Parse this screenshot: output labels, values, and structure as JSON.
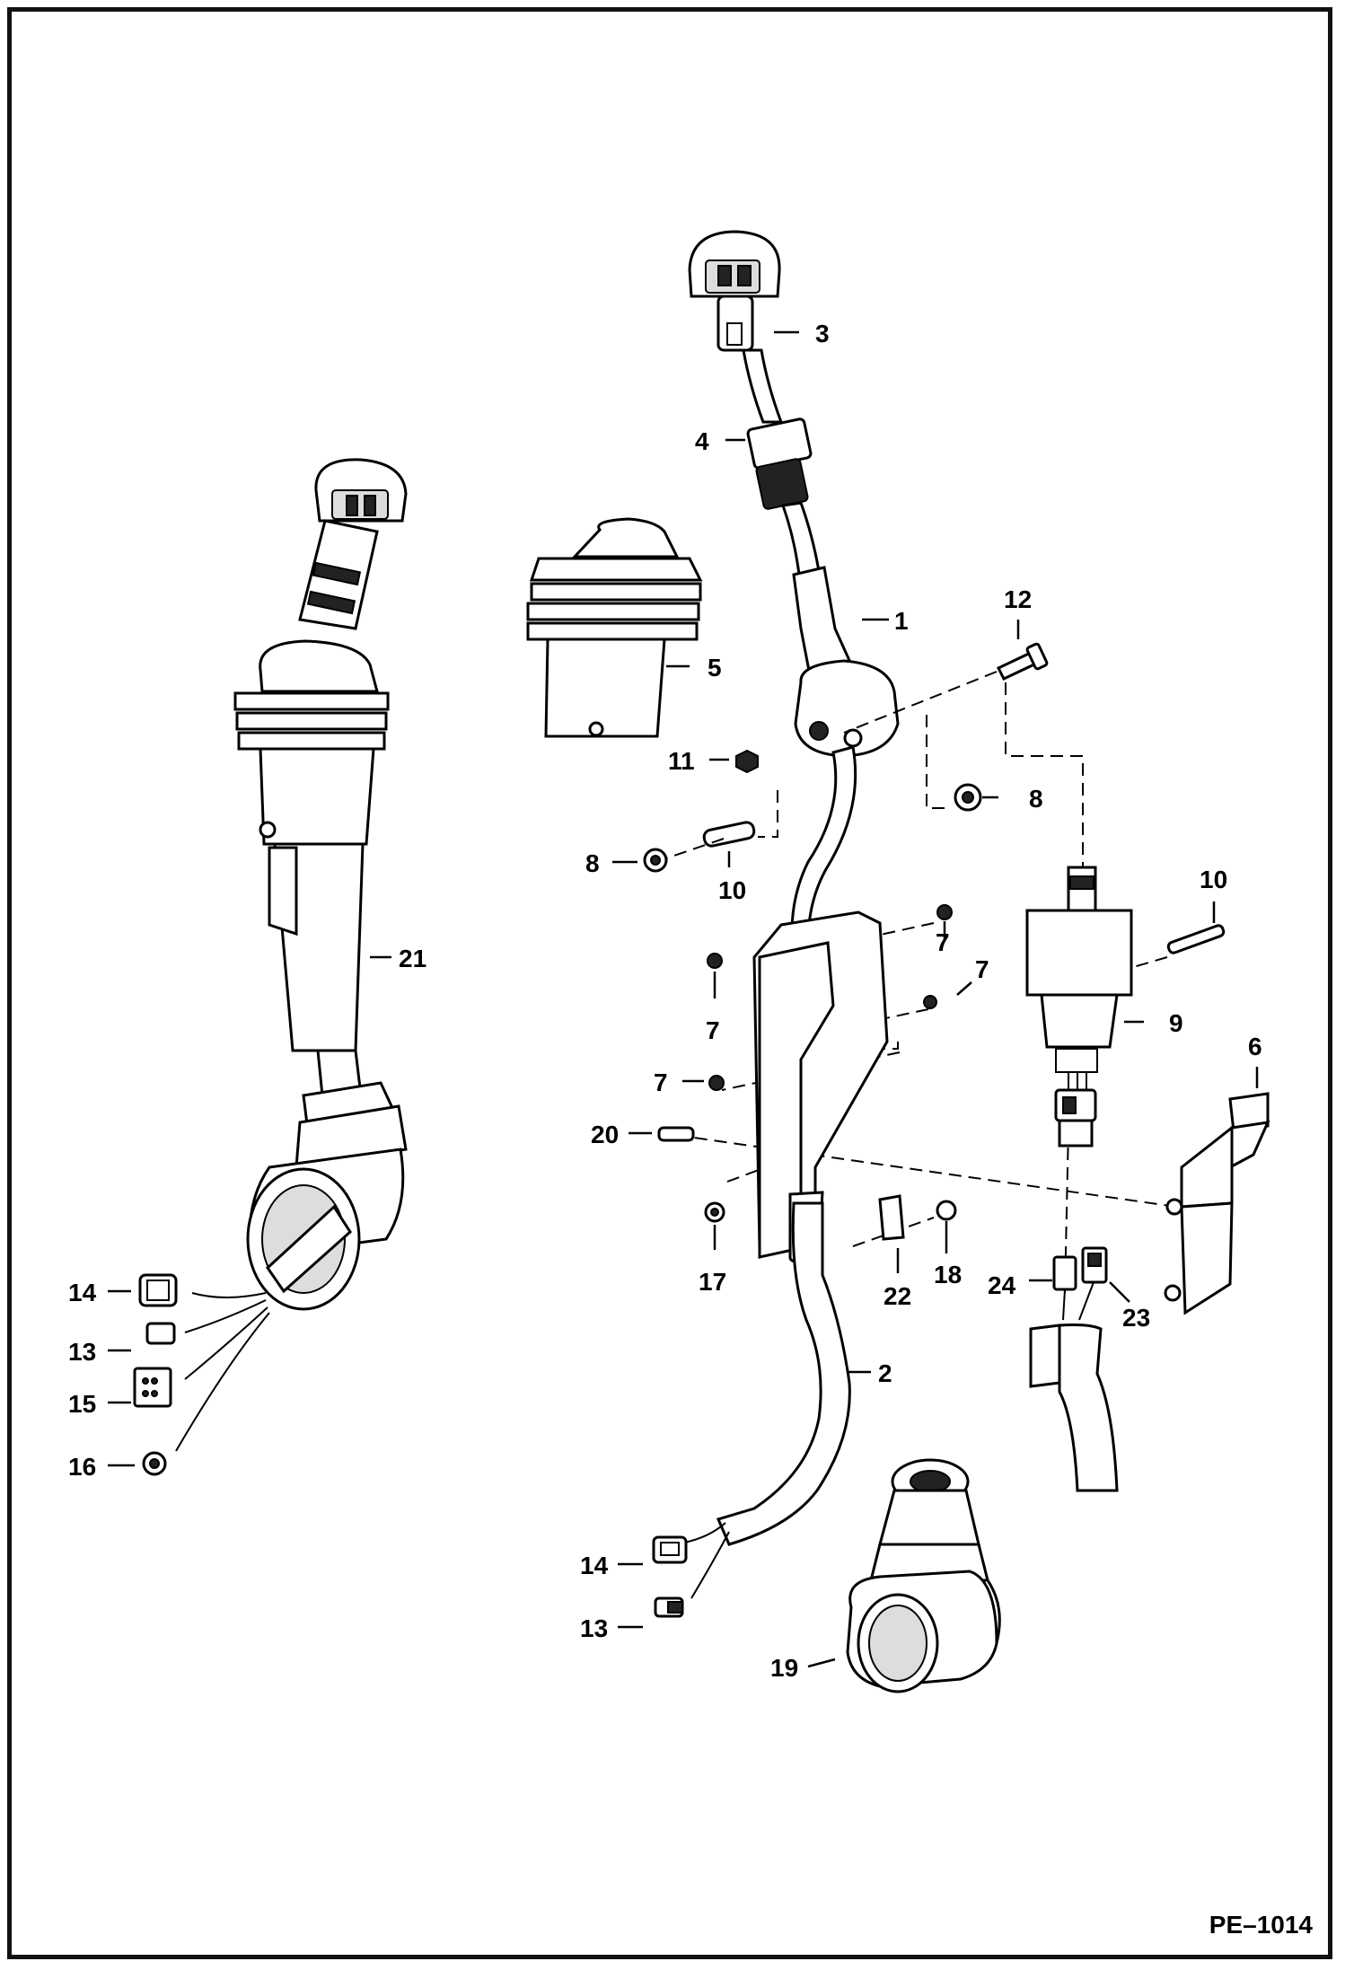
{
  "figure_code": "PE–1014",
  "callouts": [
    {
      "id": "c3",
      "text": "3"
    },
    {
      "id": "c4",
      "text": "4"
    },
    {
      "id": "c1",
      "text": "1"
    },
    {
      "id": "c12",
      "text": "12"
    },
    {
      "id": "c5",
      "text": "5"
    },
    {
      "id": "c11",
      "text": "11"
    },
    {
      "id": "c8a",
      "text": "8"
    },
    {
      "id": "c8b",
      "text": "8"
    },
    {
      "id": "c10a",
      "text": "10"
    },
    {
      "id": "c10b",
      "text": "10"
    },
    {
      "id": "c21",
      "text": "21"
    },
    {
      "id": "c7a",
      "text": "7"
    },
    {
      "id": "c7b",
      "text": "7"
    },
    {
      "id": "c7c",
      "text": "7"
    },
    {
      "id": "c7d",
      "text": "7"
    },
    {
      "id": "c9",
      "text": "9"
    },
    {
      "id": "c6",
      "text": "6"
    },
    {
      "id": "c20",
      "text": "20"
    },
    {
      "id": "c17",
      "text": "17"
    },
    {
      "id": "c22",
      "text": "22"
    },
    {
      "id": "c18",
      "text": "18"
    },
    {
      "id": "c24",
      "text": "24"
    },
    {
      "id": "c23",
      "text": "23"
    },
    {
      "id": "c14a",
      "text": "14"
    },
    {
      "id": "c13a",
      "text": "13"
    },
    {
      "id": "c15",
      "text": "15"
    },
    {
      "id": "c16",
      "text": "16"
    },
    {
      "id": "c2",
      "text": "2"
    },
    {
      "id": "c14b",
      "text": "14"
    },
    {
      "id": "c13b",
      "text": "13"
    },
    {
      "id": "c19",
      "text": "19"
    }
  ]
}
